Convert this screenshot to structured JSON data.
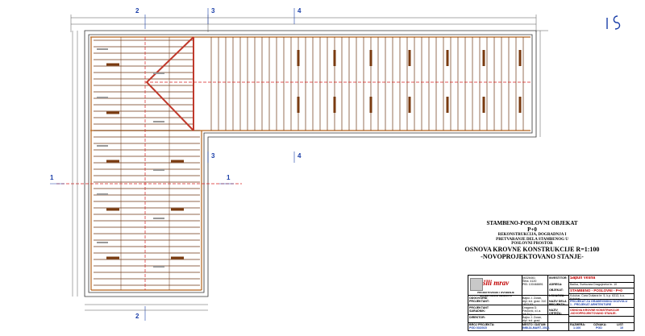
{
  "title_block": {
    "line1": "STAMBENO-POSLOVNI OBJEKAT",
    "line2": "P+0",
    "line3": "REKONSTRUKCIJA, DOGRADNJA I",
    "line4": "PRETVARANJE DELA STAMBENOG U",
    "line5": "POSLOVNI PROSTOR",
    "line6": "OSNOVA KROVNE KONSTRUKCIJE R=1:100",
    "line7": "-NOVOPROJEKTOVANO STANJE-"
  },
  "stamp": {
    "logo_text": "šlli mrav",
    "logo_sub": "PROJEKTOVANJE I IZVOĐENJE GRAĐEVINSKIH OBJEKATA",
    "investitor_label": "INVESTITOR:",
    "investitor_value": "Šapun Vesna",
    "adresa_label": "ADRESA:",
    "adresa_value": "Bačka, Svetozara Dragojevića br. 10",
    "objekat_label": "OBJEKAT:",
    "objekat_value": "STAMBENO - POSLOVNI - P+0",
    "lokacija_label": "LOKACIJA:",
    "lokacija_value": "Kolubar, Cara Dušana br. 5, k.p. 6313, k.o. Kolubar",
    "vrsta_label": "NAZIV DELA PROJEKTA:",
    "vrsta_value": "PROJEKAT ZA GRAĐEVINSKU DOZVOLU",
    "vrsta_value2": "1 - PROJEKAT ARHITEKTURE",
    "crtez_label": "NAZIV CRTEŽA:",
    "crtez_value": "OSNOVA KROVNE KONSTRUKCIJE",
    "crtez_value2": "-NOVOPROJEKTOVANO STANJE-",
    "razmera_label": "RAZMERA:",
    "razmera_value": "1:100",
    "oznaka_label": "OZNAKA:",
    "oznaka_value": "PGD",
    "list_label": "LIST:",
    "list_value": "10",
    "broj_label": "BROJ PROJEKTA:",
    "broj_value": "PGD 03/2015",
    "mesto_label": "MESTO I DATUM:",
    "mesto_value": "INĐIJA,MART, 2015.",
    "odgovorni_label": "ODGOVORNI PROJEKTANT:",
    "odgovorni_value": "Bajko J. Zoran, dipl. inž. grad. 310 1872 03",
    "projektant_label": "PROJEKTANT SARADNIK:",
    "projektant_value": "Dragana D. Pavlović, d.i.a. (M.Sc.)",
    "direktor_label": "DIREKTOR:",
    "direktor_value": "Bajko J. Zoran, dipl. inž. grad.",
    "matbr_value": "06326461",
    "sifra_value": "Šifra: 4120",
    "pib_value": "PIB: 100468891"
  },
  "section_marks": {
    "s2_top": "2",
    "s3_top": "3",
    "s4_top": "4",
    "s3_mid": "3",
    "s4_mid": "4",
    "s1_left": "1",
    "s1_right": "1",
    "s2_bottom": "2"
  },
  "colors": {
    "beam": "#b5651d",
    "rafter": "#6b3410",
    "axis": "#d62020",
    "line": "#333333",
    "dim": "#555555",
    "section": "#1a3ea8"
  }
}
